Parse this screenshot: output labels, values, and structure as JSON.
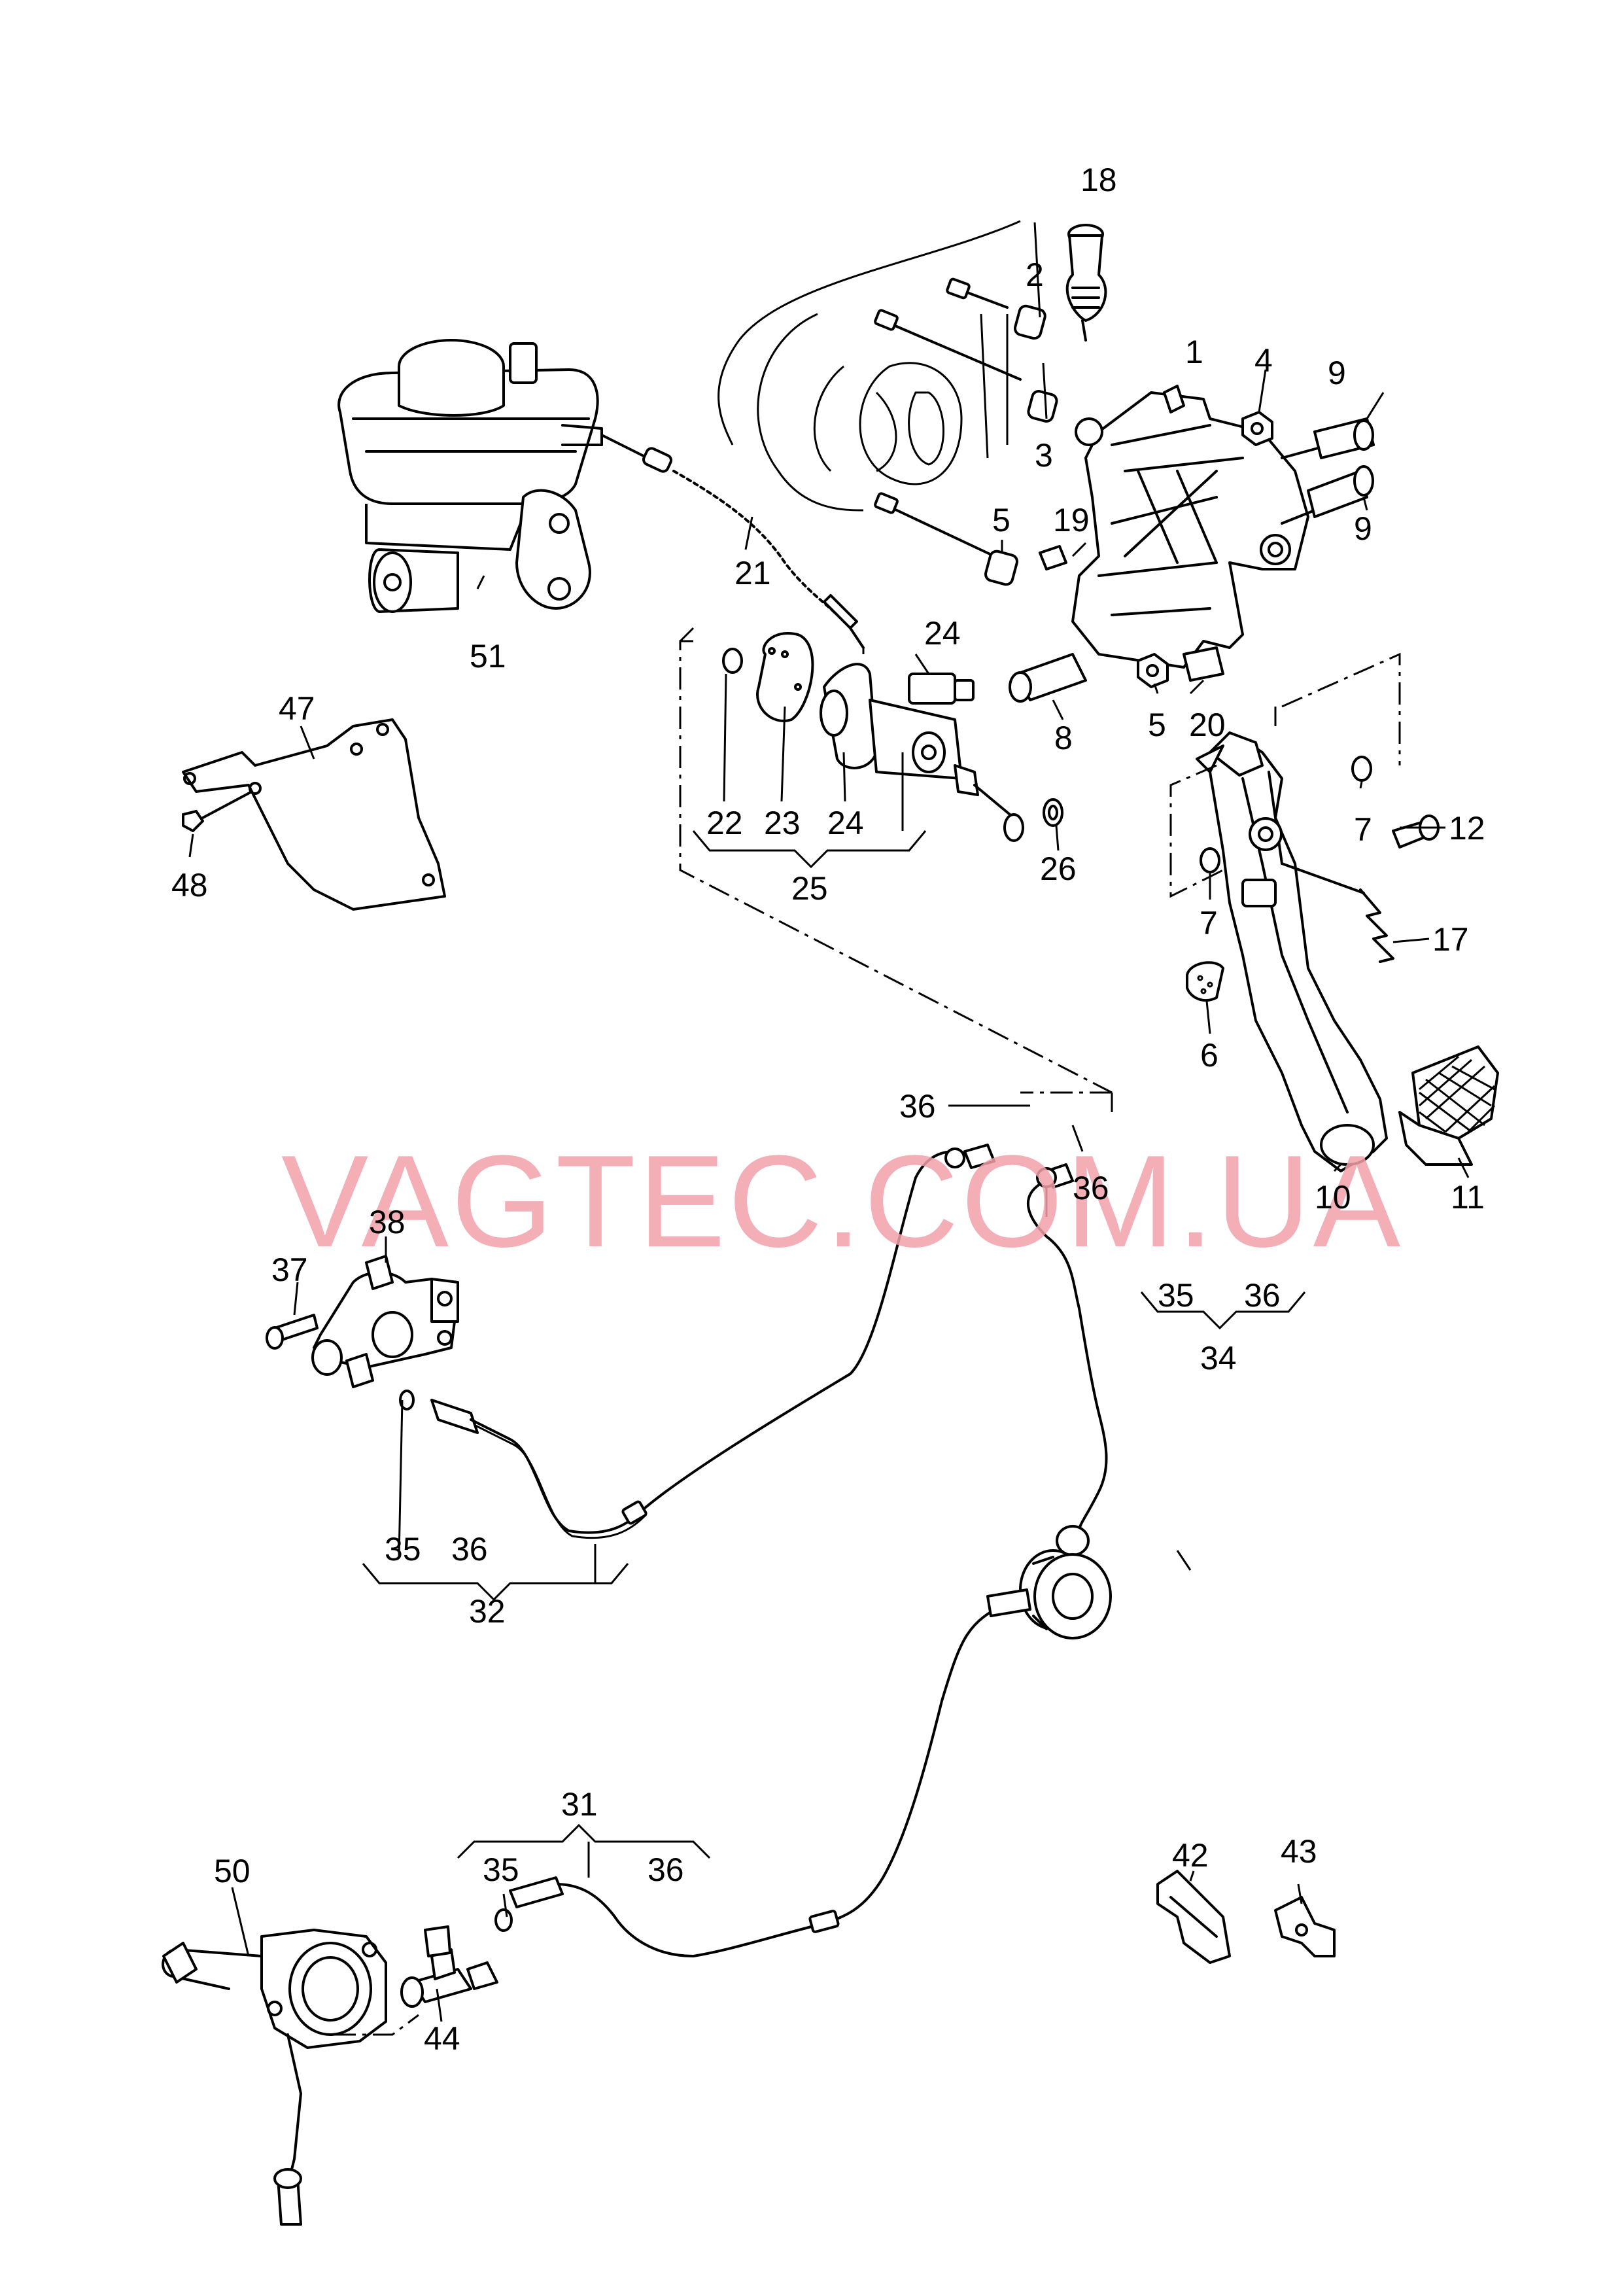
{
  "watermark": "VAGTEC.COM.UA",
  "callouts": [
    "1",
    "2",
    "3",
    "4",
    "5",
    "5",
    "6",
    "7",
    "7",
    "8",
    "9",
    "9",
    "10",
    "11",
    "12",
    "17",
    "18",
    "19",
    "20",
    "21",
    "22",
    "23",
    "24",
    "24",
    "25",
    "26",
    "31",
    "32",
    "34",
    "35",
    "35",
    "35",
    "36",
    "36",
    "36",
    "36",
    "36",
    "37",
    "38",
    "42",
    "43",
    "44",
    "47",
    "48",
    "50",
    "51"
  ],
  "icons": [
    "brake-fluid-reservoir",
    "master-cylinder",
    "flexible-hose",
    "pedal-bracket",
    "clutch-pedal",
    "pedal-pad",
    "slave-cylinder",
    "hydraulic-line",
    "concentric-slave-cylinder",
    "bleed-valve",
    "clip",
    "bracket"
  ]
}
